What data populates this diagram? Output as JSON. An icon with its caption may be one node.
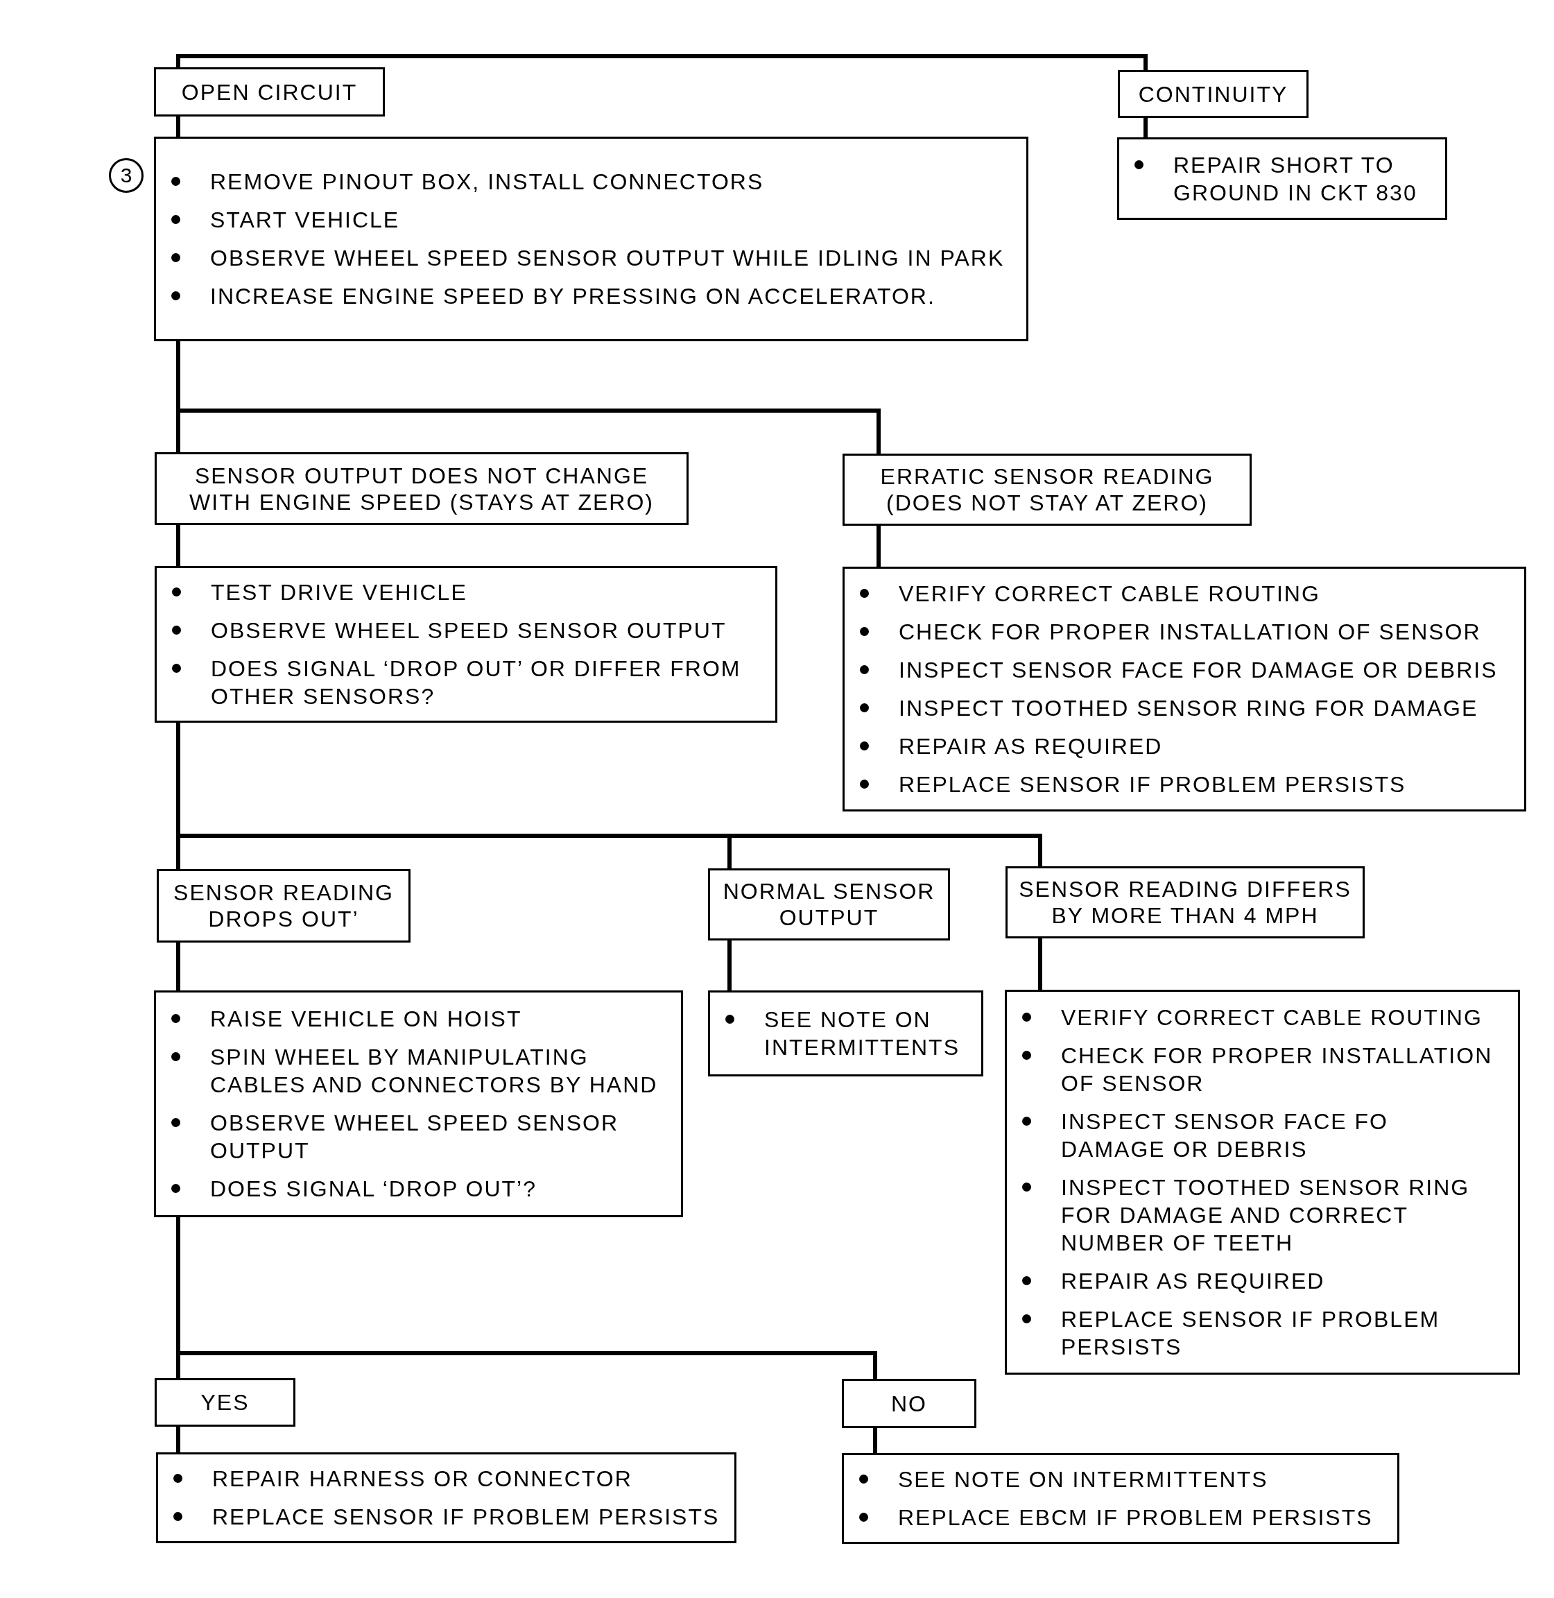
{
  "diagram": {
    "nodes": [
      {
        "text": [
          "OPEN CIRCUIT"
        ]
      },
      {
        "text": [
          "CONTINUITY"
        ]
      },
      {
        "text": [
          "REMOVE PINOUT BOX, INSTALL CONNECTORS",
          "START VEHICLE",
          "OBSERVE WHEEL SPEED SENSOR OUTPUT WHILE IDLING IN PARK",
          "INCREASE ENGINE SPEED BY PRESSING ON ACCELERATOR."
        ]
      },
      {
        "text": [
          "REPAIR SHORT TO GROUND IN CKT 830"
        ]
      },
      {
        "text": [
          "SENSOR OUTPUT DOES NOT CHANGE WITH ENGINE SPEED (STAYS AT ZERO)"
        ]
      },
      {
        "text": [
          "ERRATIC SENSOR READING (DOES NOT STAY AT ZERO)"
        ]
      },
      {
        "text": [
          "TEST DRIVE VEHICLE",
          "OBSERVE WHEEL SPEED SENSOR OUTPUT",
          "DOES SIGNAL ‘DROP OUT’ OR DIFFER FROM OTHER SENSORS?"
        ]
      },
      {
        "text": [
          "VERIFY CORRECT CABLE ROUTING",
          "CHECK FOR PROPER INSTALLATION OF SENSOR",
          "INSPECT SENSOR FACE FOR DAMAGE OR DEBRIS",
          "INSPECT TOOTHED SENSOR RING FOR DAMAGE",
          "REPAIR AS REQUIRED",
          "REPLACE SENSOR IF PROBLEM PERSISTS"
        ]
      },
      {
        "text": [
          "SENSOR READING DROPS OUT’"
        ]
      },
      {
        "text": [
          "NORMAL SENSOR OUTPUT"
        ]
      },
      {
        "text": [
          "SENSOR READING DIFFERS BY MORE THAN 4 MPH"
        ]
      },
      {
        "text": [
          "RAISE VEHICLE ON HOIST",
          "SPIN WHEEL BY MANIPULATING CABLES AND CONNECTORS BY HAND",
          "OBSERVE WHEEL SPEED SENSOR OUTPUT",
          "DOES SIGNAL ‘DROP OUT’?"
        ]
      },
      {
        "text": [
          "SEE NOTE ON INTERMITTENTS"
        ]
      },
      {
        "text": [
          "VERIFY CORRECT CABLE ROUTING",
          "CHECK FOR PROPER INSTALLATION OF SENSOR",
          "INSPECT SENSOR FACE FO DAMAGE OR DEBRIS",
          "INSPECT TOOTHED SENSOR RING FOR DAMAGE AND CORRECT NUMBER OF TEETH",
          "REPAIR AS REQUIRED",
          "REPLACE SENSOR IF PROBLEM PERSISTS"
        ]
      },
      {
        "text": [
          "YES"
        ]
      },
      {
        "text": [
          "NO"
        ]
      },
      {
        "text": [
          "REPAIR HARNESS OR CONNECTOR",
          "REPLACE SENSOR IF PROBLEM PERSISTS"
        ]
      },
      {
        "text": [
          "SEE NOTE ON INTERMITTENTS",
          "REPLACE EBCM IF PROBLEM PERSISTS"
        ]
      }
    ],
    "edges": [
      {
        "from": 0,
        "to": 1,
        "arrow": "none"
      },
      {
        "from": 0,
        "to": 2,
        "arrow": "none"
      },
      {
        "from": 1,
        "to": 3,
        "arrow": "none"
      },
      {
        "from": 2,
        "to": 4,
        "arrow": "none"
      },
      {
        "from": 2,
        "to": 5,
        "arrow": "none"
      },
      {
        "from": 4,
        "to": 6,
        "arrow": "none"
      },
      {
        "from": 5,
        "to": 7,
        "arrow": "none"
      },
      {
        "from": 6,
        "to": 8,
        "arrow": "none"
      },
      {
        "from": 6,
        "to": 9,
        "arrow": "none"
      },
      {
        "from": 6,
        "to": 10,
        "arrow": "none"
      },
      {
        "from": 8,
        "to": 11,
        "arrow": "none"
      },
      {
        "from": 9,
        "to": 12,
        "arrow": "none"
      },
      {
        "from": 10,
        "to": 13,
        "arrow": "none"
      },
      {
        "from": 11,
        "to": 14,
        "arrow": "none"
      },
      {
        "from": 11,
        "to": 15,
        "arrow": "none"
      },
      {
        "from": 14,
        "to": 16,
        "arrow": "none"
      },
      {
        "from": 15,
        "to": 17,
        "arrow": "none"
      }
    ],
    "labels": [
      "3"
    ]
  }
}
